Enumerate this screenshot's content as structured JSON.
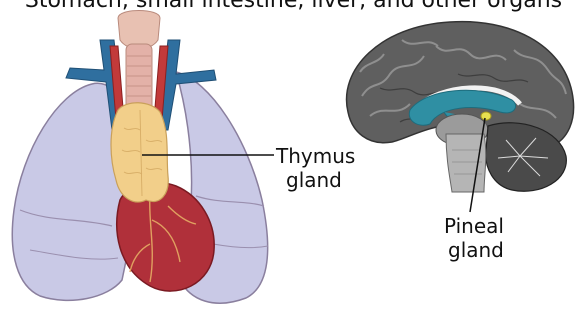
{
  "header": {
    "text": "Stomach, small intestine, liver, and other organs"
  },
  "labels": {
    "thymus": [
      "Thymus",
      "gland"
    ],
    "pineal": [
      "Pineal",
      "gland"
    ]
  },
  "colors": {
    "lung": "#c9c9e6",
    "lung_outline": "#8a7f9e",
    "thymus": "#f2cf8a",
    "heart": "#b0303a",
    "aorta": "#c23a3a",
    "vein": "#2f6f9f",
    "trachea": "#e3b1a8",
    "brain": "#5f5f5f",
    "ventricle": "#2f8fa3",
    "pineal": "#e8e050"
  }
}
